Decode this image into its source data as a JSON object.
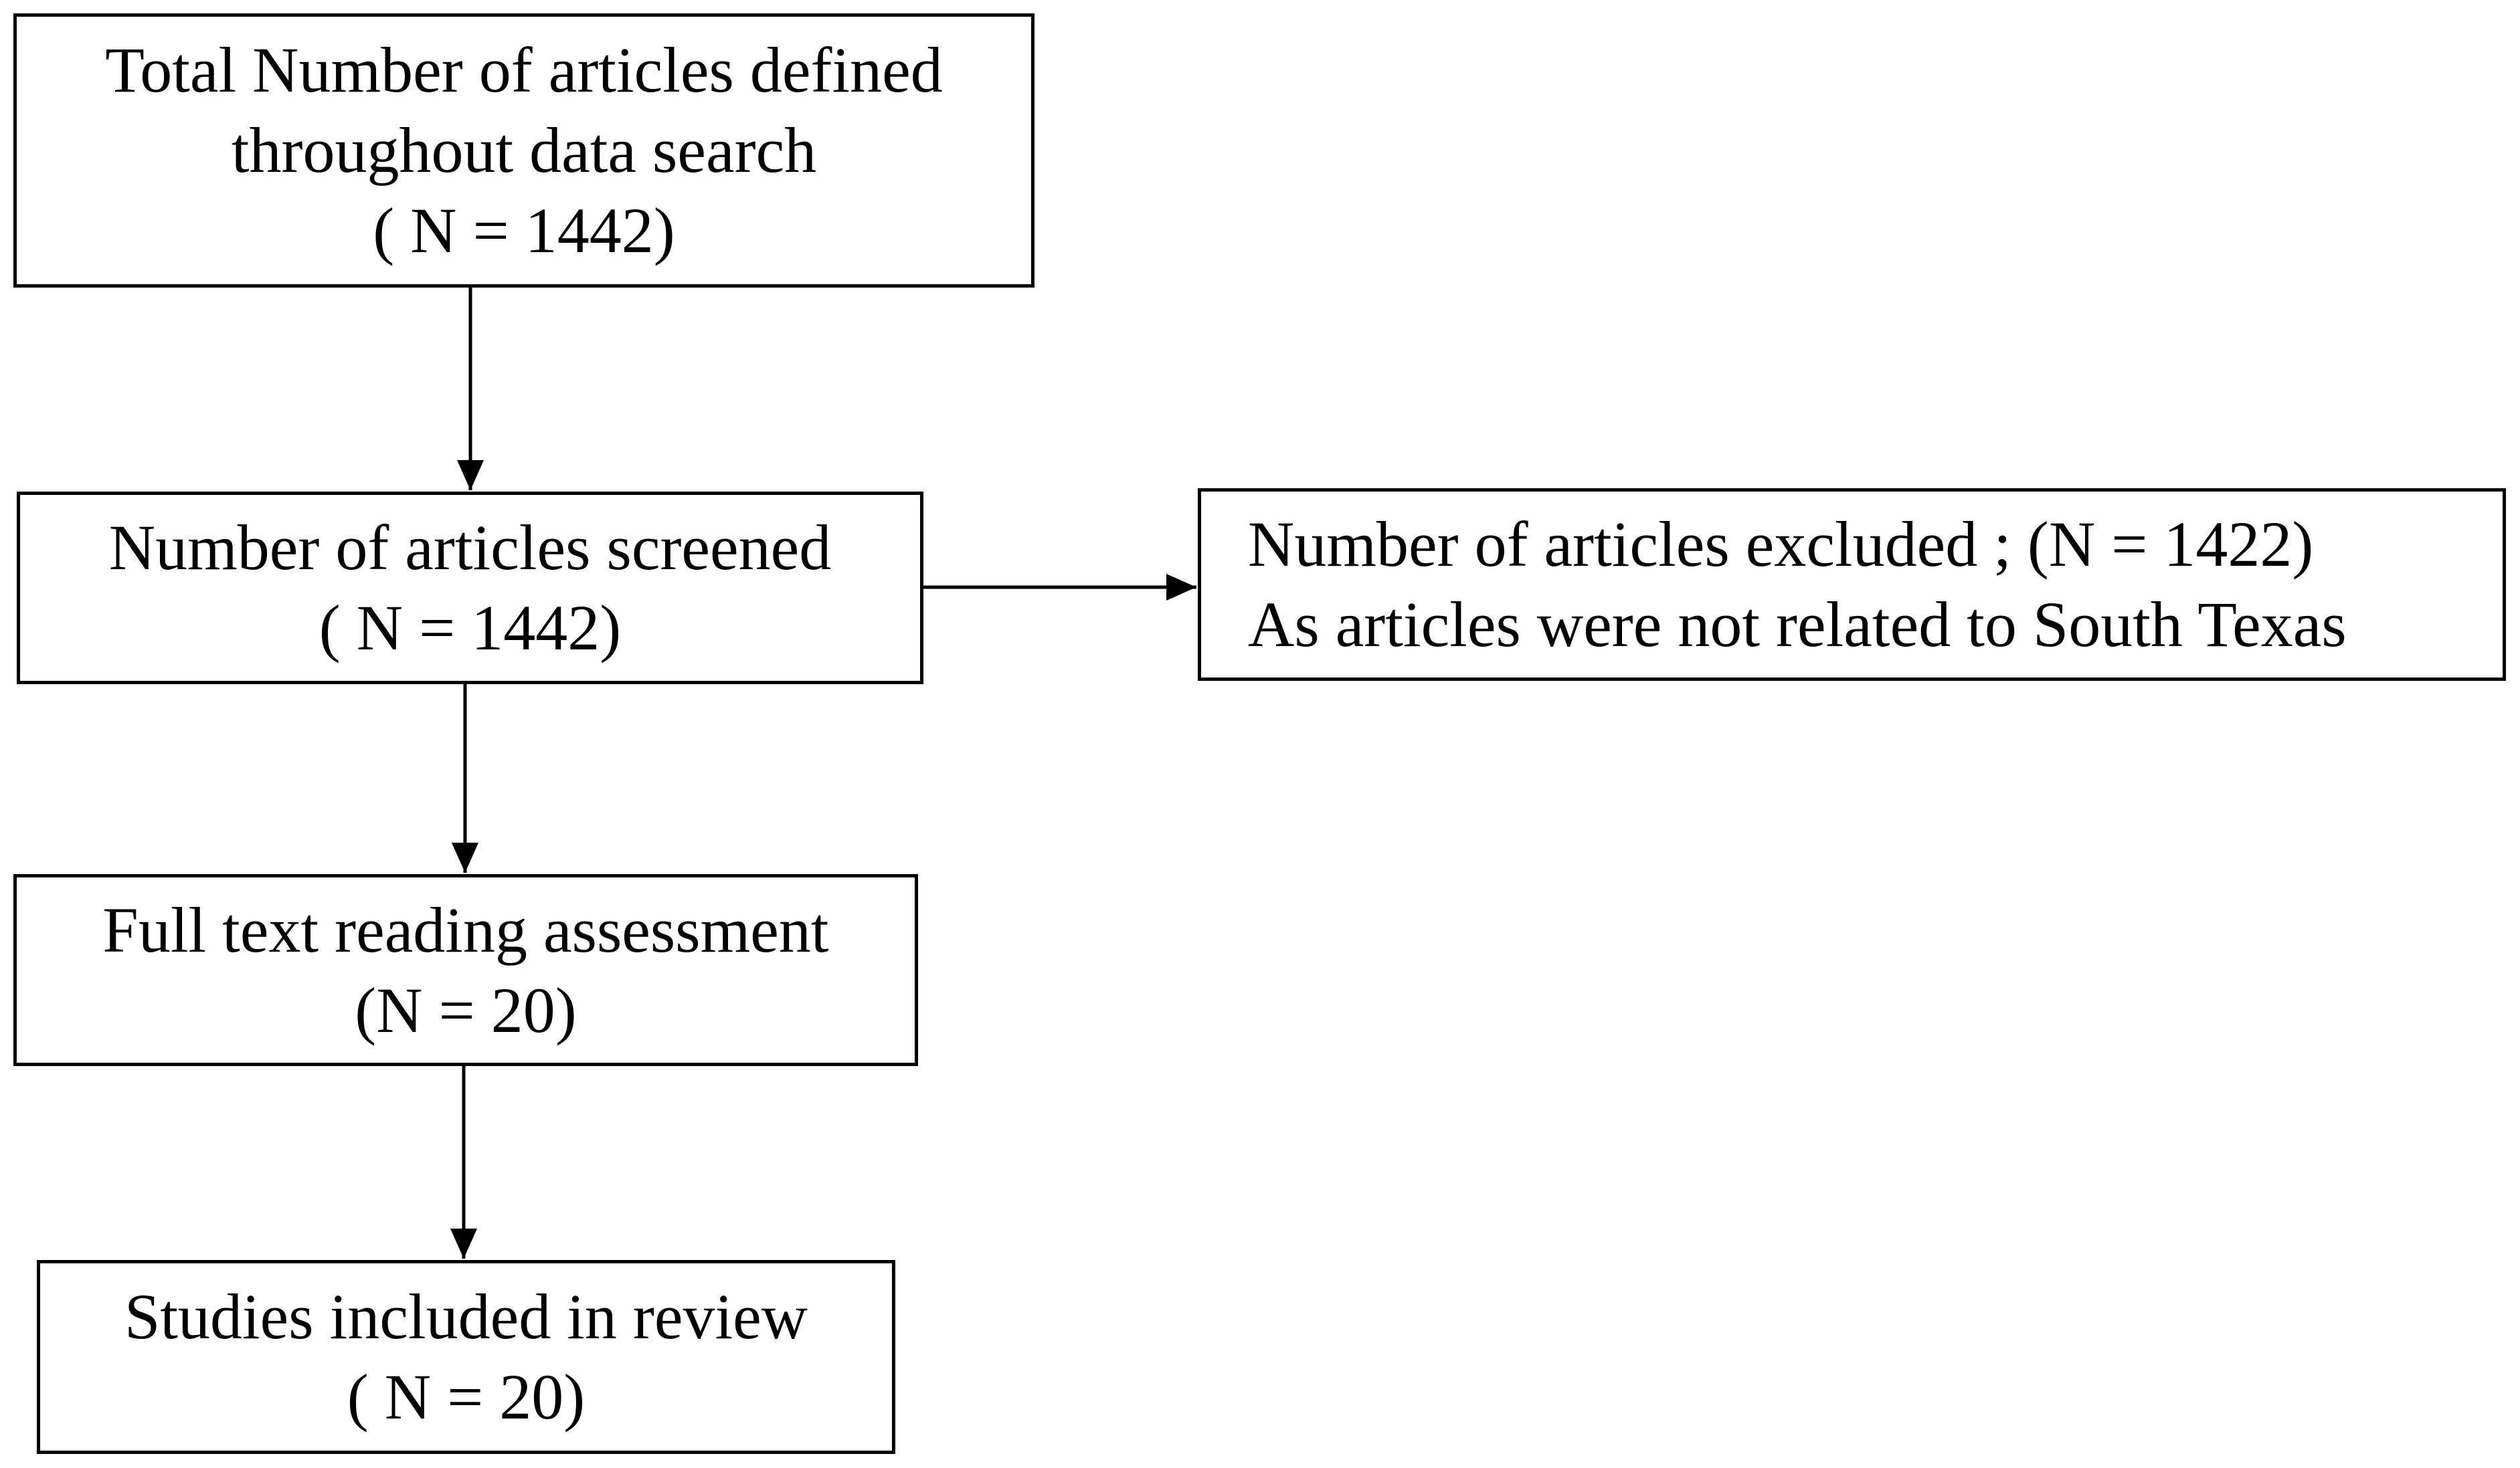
{
  "boxes": {
    "identified": {
      "line1": "Total Number of articles defined",
      "line2": "throughout data search",
      "line3": "( N = 1442)"
    },
    "screened": {
      "line1": "Number of articles screened",
      "line2": "( N = 1442)"
    },
    "excluded": {
      "line1": "Number of articles excluded ; (N = 1422)",
      "line2": "As articles were not related to South Texas"
    },
    "fulltext": {
      "line1": "Full text reading assessment",
      "line2": "(N = 20)"
    },
    "included": {
      "line1": "Studies included in review",
      "line2": "( N = 20)"
    }
  },
  "colors": {
    "stroke": "#000000",
    "background": "#ffffff"
  }
}
